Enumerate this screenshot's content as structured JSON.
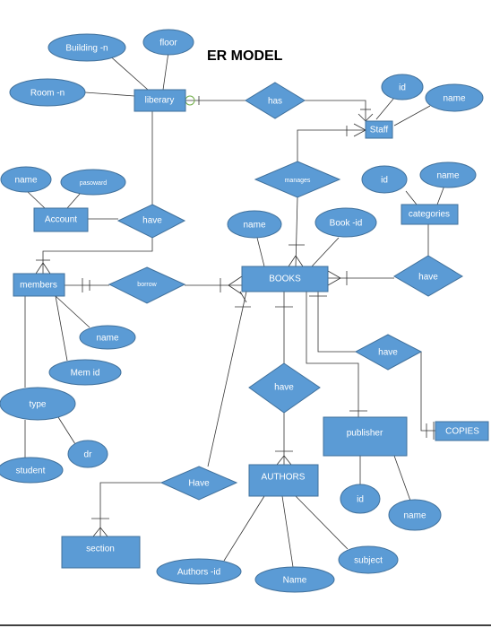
{
  "title": "ER MODEL",
  "entities": {
    "library": "liberary",
    "staff": "Staff",
    "account": "Account",
    "categories": "categories",
    "members": "members",
    "books": "BOOKS",
    "publisher": "publisher",
    "copies": "COPIES",
    "authors": "AUTHORS",
    "section": "section"
  },
  "relationships": {
    "has": "has",
    "manages": "manages",
    "have_account": "have",
    "borrow": "borrow",
    "have_categories": "have",
    "have_copies": "have",
    "have_authors": "have",
    "have_section": "Have"
  },
  "attributes": {
    "building": "Building -n",
    "floor": "floor",
    "room": "Room -n",
    "staff_id": "id",
    "staff_name": "name",
    "account_name": "name",
    "account_password": "pasoward",
    "category_id": "id",
    "category_name": "name",
    "book_name": "name",
    "book_id": "Book -id",
    "member_name": "name",
    "member_id": "Mem id",
    "member_type": "type",
    "type_student": "student",
    "type_dr": "dr",
    "publisher_id": "id",
    "publisher_name": "name",
    "author_id": "Authors -id",
    "author_name": "Name",
    "author_subject": "subject"
  }
}
